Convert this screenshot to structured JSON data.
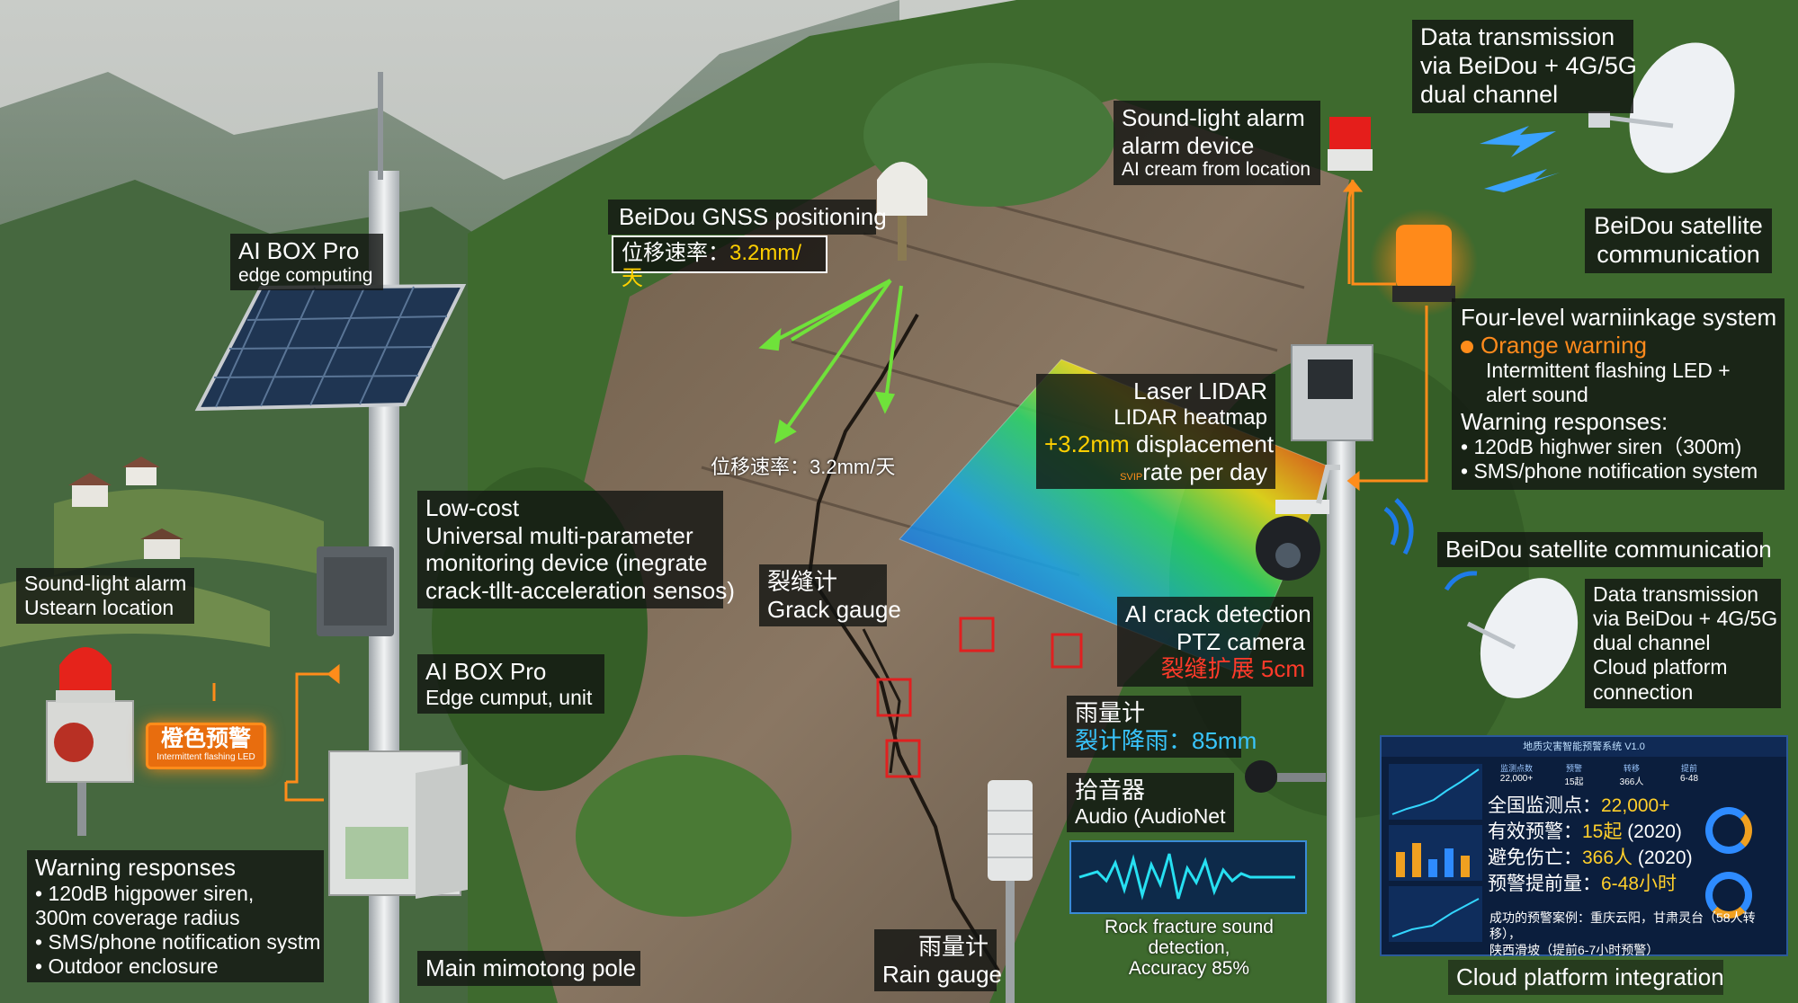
{
  "colors": {
    "orange_warning": "#ff8c1a",
    "red_alert": "#ff3a2a",
    "highlight_yellow": "#ffd000",
    "cyan_value": "#39c6ff",
    "label_bg": "#121412",
    "dashboard_bg": "#0b1e3d"
  },
  "icons": [
    "solar-panel-icon",
    "antenna-icon",
    "gnss-antenna-icon",
    "siren-icon",
    "satellite-dish-icon",
    "lidar-scanner-icon",
    "ptz-camera-icon",
    "rain-gauge-icon",
    "microphone-icon",
    "enclosure-icon",
    "lightning-signal-icon",
    "wireless-signal-icon"
  ],
  "labels": {
    "ai_box_top": {
      "title": "AI BOX Pro",
      "sub": "edge computing"
    },
    "gnss": {
      "title": "BeiDou GNSS positioning",
      "rate_label": "位移速率：",
      "rate_value": "3.2mm/天"
    },
    "gnss_arrow_text": "位移速率：3.2mm/天",
    "alarm_top": {
      "l1": "Sound-light alarm",
      "l2": "alarm device",
      "l3": "AI cream from location"
    },
    "data_tx_top": {
      "l1": "Data transmission",
      "l2": "via BeiDou + 4G/5G",
      "l3": "dual channel"
    },
    "beidou_top": {
      "l1": "BeiDou satellite",
      "l2": "communication"
    },
    "four_level": {
      "title": "Four-level warniinkage system",
      "orange": "Orange warning",
      "led_l1": "Intermittent flashing LED +",
      "led_l2": "alert sound",
      "resp_title": "Warning responses:",
      "resp1": "• 120dB highwer siren（300m)",
      "resp2": "• SMS/phone notification system"
    },
    "lidar": {
      "title": "Laser LIDAR",
      "heatmap": "LIDAR heatmap",
      "disp_value": "+3.2mm",
      "disp_text": " displacement",
      "rate_prefix": "SVIP",
      "rate_text": "rate per day"
    },
    "beidou_mid": "BeiDou satellite communication",
    "data_tx_mid": {
      "l1": "Data transmission",
      "l2": "via BeiDou + 4G/5G",
      "l3": "dual channel",
      "l4": "Cloud platform",
      "l5": "connection"
    },
    "low_cost": {
      "l1": "Low-cost",
      "l2": "Universal multi-parameter",
      "l3": "monitoring device (inegrate",
      "l4": "crack-tllt-acceleration sensos)"
    },
    "crack_gauge": {
      "cn": "裂缝计",
      "en": "Grack gauge"
    },
    "ai_crack": {
      "l1": "AI crack detection",
      "l2": "PTZ camera",
      "l3": "裂缝扩展 5cm"
    },
    "alarm_left": {
      "l1": "Sound-light alarm",
      "l2": "Ustearn location"
    },
    "badge": {
      "cn": "橙色预警",
      "en": "Intermittent flashing LED"
    },
    "ai_box_mid": {
      "title": "AI BOX Pro",
      "sub": "Edge cumput, unit"
    },
    "rain_mid": {
      "cn": "雨量计",
      "val": "裂计降雨：85mm"
    },
    "audio": {
      "cn": "拾音器",
      "en": "Audio (AudioNet"
    },
    "rock_sound": {
      "l1": "Rock fracture sound detection,",
      "l2": "Accuracy 85%"
    },
    "warning_left": {
      "title": "Warning responses",
      "r1": "• 120dB higpower siren,",
      "r2": "   300m coverage radius",
      "r3": "• SMS/phone notification systm",
      "r4": "• Outdoor enclosure"
    },
    "main_pole": "Main mimotong pole",
    "rain_bottom": {
      "cn": "雨量计",
      "en": "Rain gauge"
    },
    "cloud_platform": "Cloud platform integration"
  },
  "dashboard": {
    "title": "地质灾害智能预警系统 V1.0",
    "tiles": [
      {
        "label": "监测点数",
        "value": "22,000+"
      },
      {
        "label": "预警",
        "value": "15起"
      },
      {
        "label": "转移",
        "value": "366人"
      },
      {
        "label": "提前",
        "value": "6-48"
      }
    ],
    "stats": [
      {
        "label": "全国监测点：",
        "value": "22,000+",
        "suffix": ""
      },
      {
        "label": "有效预警：",
        "value": "15起",
        "suffix": " (2020)"
      },
      {
        "label": "避免伤亡：",
        "value": "366人",
        "suffix": " (2020)"
      },
      {
        "label": "预警提前量：",
        "value": "6-48小时",
        "suffix": ""
      }
    ],
    "case_l1": "成功的预警案例：重庆云阳，甘肃灵台（58人转移），",
    "case_l2": "陕西滑坡（提前6-7小时预警）"
  }
}
